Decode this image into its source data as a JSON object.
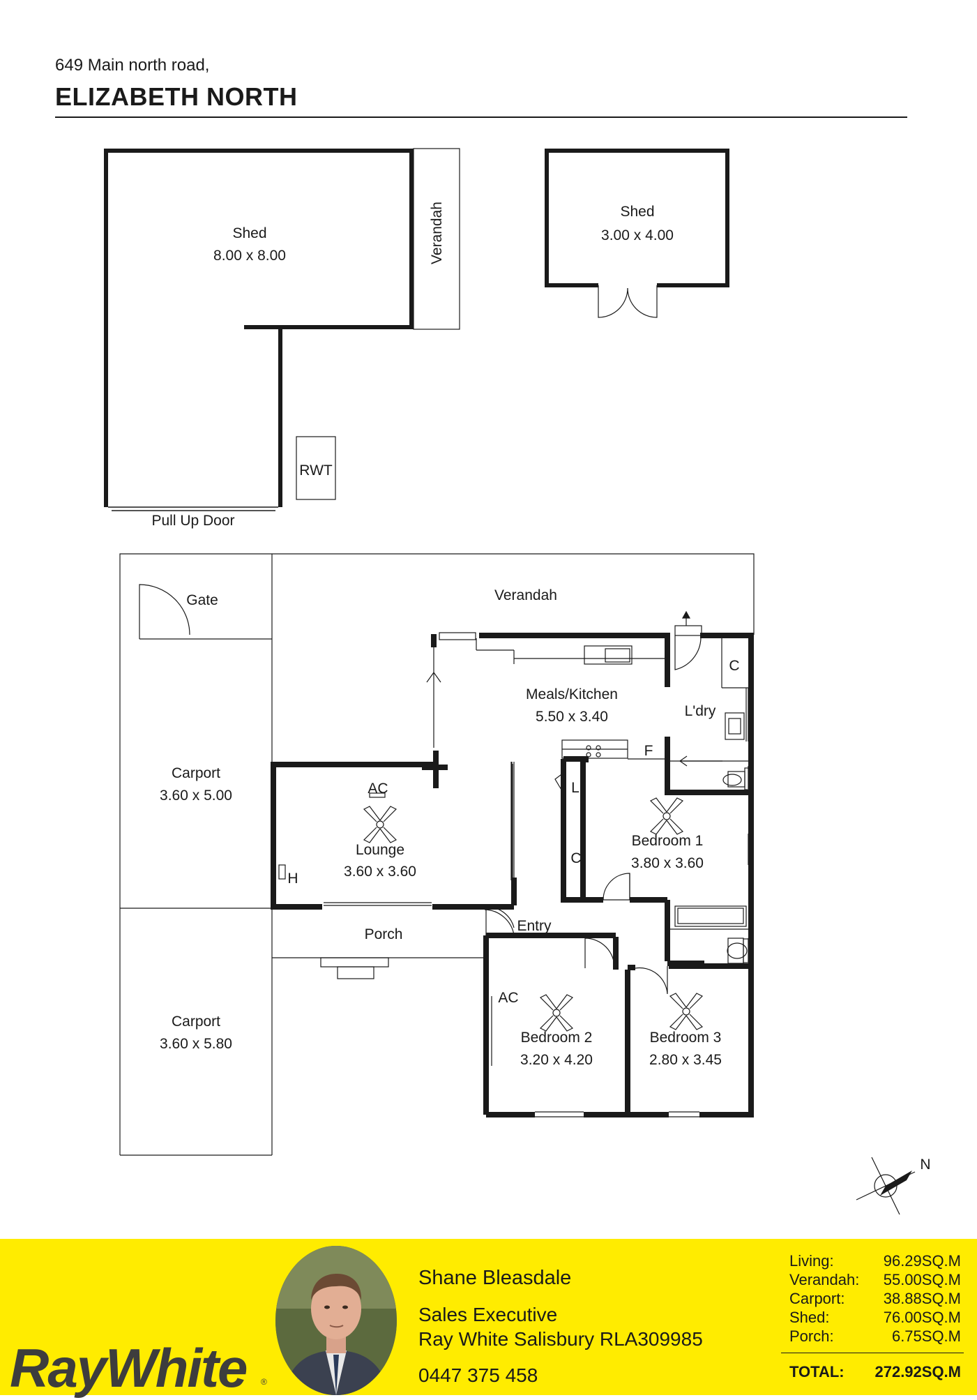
{
  "header": {
    "address": "649 Main north road,",
    "suburb": "ELIZABETH NORTH"
  },
  "plan": {
    "shed_big": {
      "name": "Shed",
      "size": "8.00 x 8.00"
    },
    "shed_small": {
      "name": "Shed",
      "size": "3.00 x 4.00"
    },
    "verandah_top": "Verandah",
    "rwt": "RWT",
    "pull_up_door": "Pull Up Door",
    "gate": "Gate",
    "verandah_main": "Verandah",
    "carport_1": {
      "name": "Carport",
      "size": "3.60 x 5.00"
    },
    "carport_2": {
      "name": "Carport",
      "size": "3.60 x 5.80"
    },
    "meals_kitchen": {
      "name": "Meals/Kitchen",
      "size": "5.50 x 3.40"
    },
    "laundry": "L'dry",
    "lounge": {
      "name": "Lounge",
      "size": "3.60 x 3.60"
    },
    "bedroom_1": {
      "name": "Bedroom 1",
      "size": "3.80 x 3.60"
    },
    "bedroom_2": {
      "name": "Bedroom 2",
      "size": "3.20 x 4.20"
    },
    "bedroom_3": {
      "name": "Bedroom 3",
      "size": "2.80 x 3.45"
    },
    "porch": "Porch",
    "entry": "Entry",
    "ac_lounge": "AC",
    "ac_bed2": "AC",
    "heater": "H",
    "cupboard_laundry": "C",
    "cupboard_hall": "C",
    "linen": "L",
    "fridge": "F",
    "north": "N"
  },
  "footer": {
    "brand": "RayWhite",
    "brand_reg": "®",
    "agent_name": "Shane Bleasdale",
    "agent_title": "Sales Executive",
    "agent_office": "Ray White Salisbury RLA309985",
    "agent_phone": "0447 375 458",
    "areas": [
      {
        "label": "Living:",
        "value": "96.29SQ.M"
      },
      {
        "label": "Verandah:",
        "value": "55.00SQ.M"
      },
      {
        "label": "Carport:",
        "value": "38.88SQ.M"
      },
      {
        "label": "Shed:",
        "value": "76.00SQ.M"
      },
      {
        "label": "Porch:",
        "value": "6.75SQ.M"
      }
    ],
    "total_label": "TOTAL:",
    "total_value": "272.92SQ.M"
  },
  "colors": {
    "footer_bg": "#ffec00",
    "logo": "#3d3d3d",
    "wall": "#1a1a1a"
  }
}
